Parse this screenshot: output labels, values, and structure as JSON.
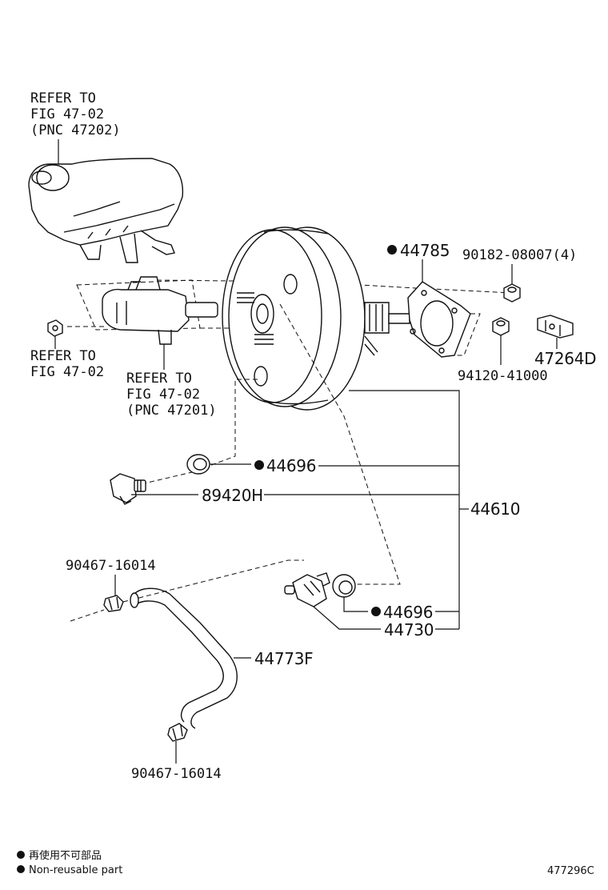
{
  "callouts": {
    "ref_reservoir": [
      "REFER TO",
      "FIG 47-02",
      "(PNC 47202)"
    ],
    "ref_left": [
      "REFER TO",
      "FIG 47-02"
    ],
    "ref_cylinder": [
      "REFER TO",
      "FIG 47-02",
      "(PNC 47201)"
    ]
  },
  "parts": {
    "p44785": "44785",
    "p90182": "90182-08007(4)",
    "p47264d": "47264D",
    "p94120": "94120-41000",
    "p44696_top": "44696",
    "p89420h": "89420H",
    "p44610": "44610",
    "p90467_top": "90467-16014",
    "p44696_bottom": "44696",
    "p44730": "44730",
    "p44773f": "44773F",
    "p90467_bottom": "90467-16014"
  },
  "legend": {
    "line1": "再使用不可部品",
    "line2": "Non-reusable part"
  },
  "figure_code": "477296C"
}
